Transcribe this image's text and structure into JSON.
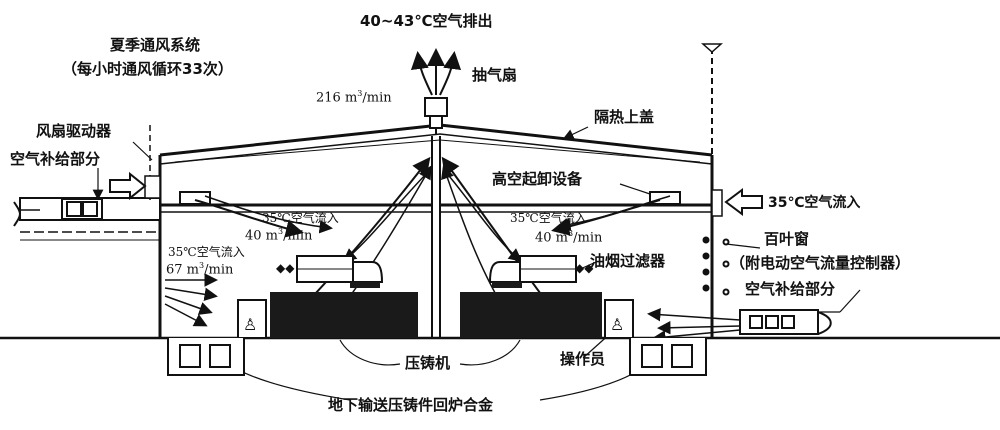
{
  "labels": {
    "top_exhaust": "40~43℃空气排出",
    "summer_title": "夏季通风系统",
    "summer_subtitle": "（每小时通风循环33次）",
    "exhaust_fan": "抽气扇",
    "fan_flow_value": "216 m",
    "fan_flow_exp": "3",
    "fan_flow_unit": "/min",
    "roof_insulation": "隔热上盖",
    "fan_drive": "风扇驱动器",
    "air_supply_left": "空气补给部分",
    "crane": "高空起卸设备",
    "inflow_right": "35℃空气流入",
    "inflow_inner_left": "35℃空气流入",
    "flow_inner_left_value": "40 m",
    "flow_inner_left_exp": "3",
    "flow_inner_left_unit": "/min",
    "inflow_inner_right": "35℃空气流入",
    "flow_inner_right_value": "40 m",
    "flow_inner_right_exp": "3",
    "flow_inner_right_unit": "/min",
    "inflow_side_left": "35℃空气流入",
    "flow_side_left_value": "67 m",
    "flow_side_left_exp": "3",
    "flow_side_left_unit": "/min",
    "louver": "百叶窗",
    "louver_note": "（附电动空气流量控制器）",
    "oil_smoke_filter": "油烟过滤器",
    "air_supply_right": "空气补给部分",
    "die_casting_machine": "压铸机",
    "operator": "操作员",
    "underground_conveyor": "地下输送压铸件回炉合金"
  },
  "colors": {
    "ink": "#111111",
    "fill": "#1a1a1a"
  }
}
